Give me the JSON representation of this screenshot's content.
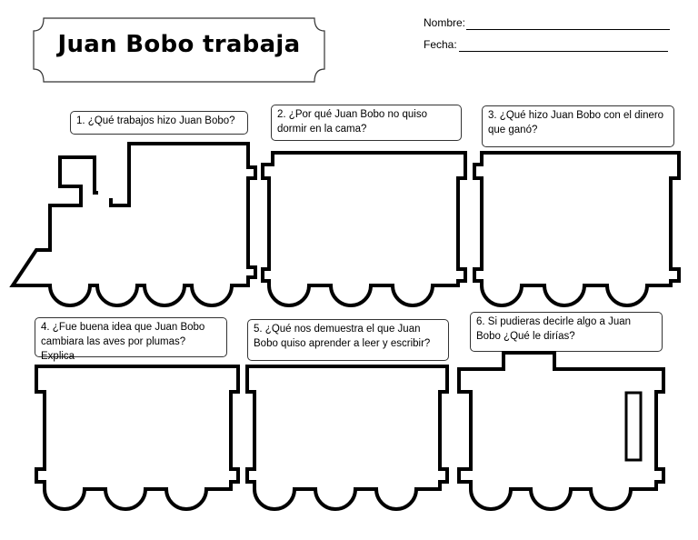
{
  "worksheet": {
    "title": "Juan Bobo trabaja",
    "name_label": "Nombre:",
    "date_label": "Fecha:"
  },
  "questions": [
    {
      "number": "1.",
      "text": "¿Qué trabajos hizo Juan Bobo?"
    },
    {
      "number": "2.",
      "text": "¿Por qué Juan Bobo no quiso dormir en la cama?"
    },
    {
      "number": "3.",
      "text": "¿Qué hizo Juan Bobo con el dinero que ganó?"
    },
    {
      "number": "4.",
      "text": "¿Fue buena idea que Juan Bobo cambiara las aves por plumas? Explica"
    },
    {
      "number": "5.",
      "text": "¿Qué nos demuestra el que Juan Bobo quiso aprender a leer y escribir?"
    },
    {
      "number": "6.",
      "text": "Si pudieras decirle algo a Juan Bobo ¿Qué le dirías?"
    }
  ]
}
